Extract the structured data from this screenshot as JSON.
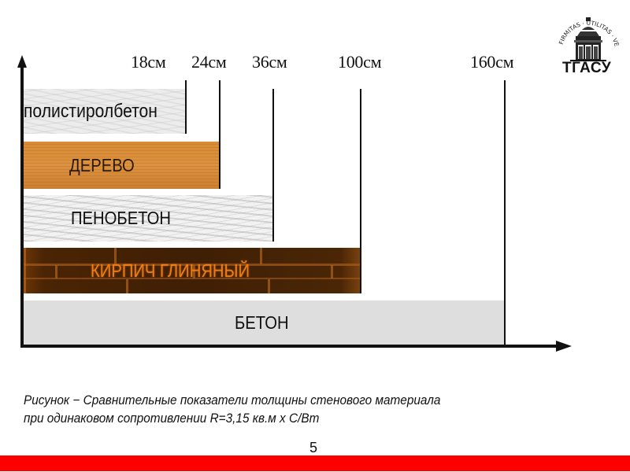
{
  "chart_data": {
    "type": "bar",
    "orientation": "horizontal",
    "title": "",
    "categories": [
      "полистиролбетон",
      "ДЕРЕВО",
      "ПЕНОБЕТОН",
      "КИРПИЧ ГЛИНЯНЫЙ",
      "БЕТОН"
    ],
    "values": [
      18,
      24,
      36,
      100,
      160
    ],
    "value_labels": [
      "18см",
      "24см",
      "36см",
      "100см",
      "160см"
    ],
    "xlabel": "",
    "ylabel": "",
    "unit": "см",
    "grid": false,
    "legend": null,
    "colors": [
      "#ececec",
      "#d88c36",
      "#f2f2f2",
      "#4a2404",
      "#dedede"
    ]
  },
  "labels": {
    "t18": "18см",
    "t24": "24см",
    "t36": "36см",
    "t100": "100см",
    "t160": "160см"
  },
  "bars": {
    "polystyrene": "полистиролбетон",
    "wood": "ДЕРЕВО",
    "foam": "ПЕНОБЕТОН",
    "brick": "КИРПИЧ ГЛИНЯНЫЙ",
    "concrete": "БЕТОН"
  },
  "logo": {
    "text": "ТГАСУ",
    "motto": "FIRMITAS · UTILITAS · VENUSTAS"
  },
  "caption": {
    "line1": "Рисунок − Сравнительные показатели толщины стенового материала",
    "line2": "при одинаковом сопротивлении  R=3,15 кв.м х С/Вт"
  },
  "slide": {
    "page_number": "5",
    "accent_color": "#ff0000"
  }
}
